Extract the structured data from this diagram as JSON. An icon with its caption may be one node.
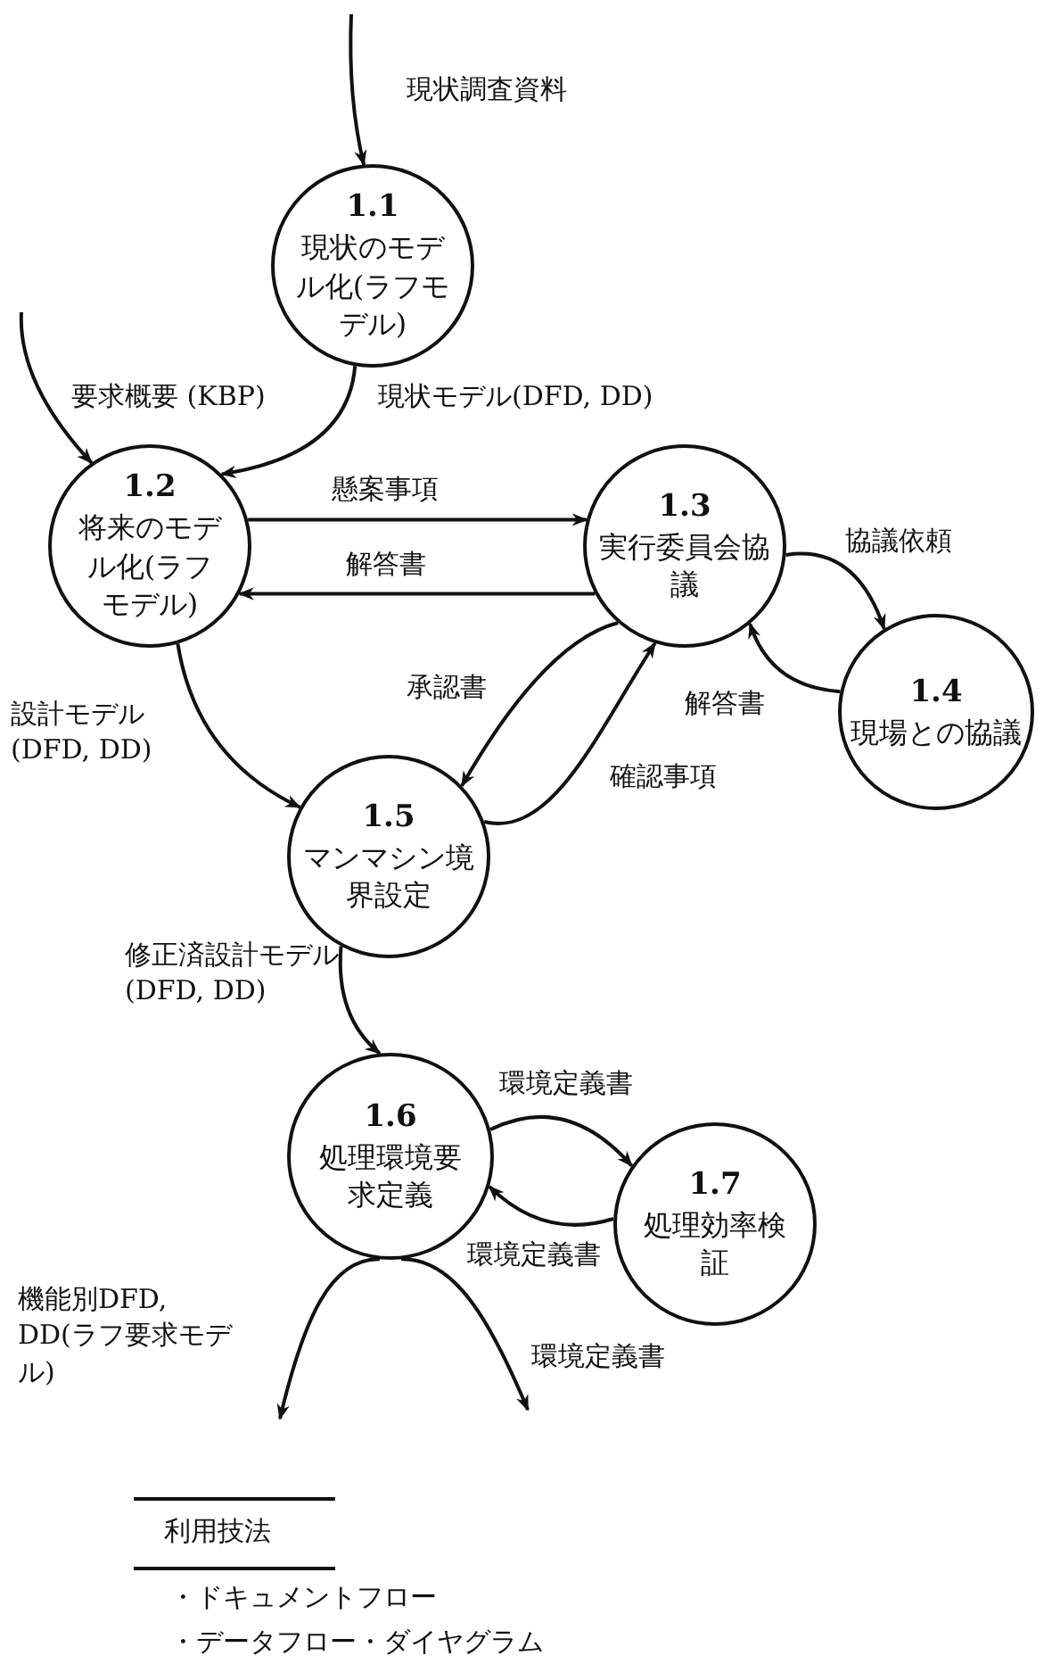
{
  "diagram": {
    "nodes": [
      {
        "text": [
          "1.1",
          "現状のモデル化(ラフモデル)"
        ]
      },
      {
        "text": [
          "1.2",
          "将来のモデル化(ラフモデル)"
        ]
      },
      {
        "text": [
          "1.3",
          "実行委員会協議"
        ]
      },
      {
        "text": [
          "1.4",
          "現場との協議"
        ]
      },
      {
        "text": [
          "1.5",
          "マンマシン境界設定"
        ]
      },
      {
        "text": [
          "1.6",
          "処理環境要求定義"
        ]
      },
      {
        "text": [
          "1.7",
          "処理効率検証"
        ]
      }
    ],
    "edges": [
      {
        "from": null,
        "to": 0,
        "arrow": "to",
        "label": "現状調査資料"
      },
      {
        "from": null,
        "to": 1,
        "arrow": "to",
        "label": "要求概要 (KBP)"
      },
      {
        "from": 0,
        "to": 1,
        "arrow": "to",
        "label": "現状モデル(DFD, DD)"
      },
      {
        "from": 1,
        "to": 2,
        "arrow": "to",
        "label": "懸案事項"
      },
      {
        "from": 2,
        "to": 1,
        "arrow": "to",
        "label": "解答書"
      },
      {
        "from": 2,
        "to": 3,
        "arrow": "to",
        "label": "協議依頼"
      },
      {
        "from": 3,
        "to": 2,
        "arrow": "to",
        "label": "解答書"
      },
      {
        "from": 1,
        "to": 4,
        "arrow": "to",
        "label": "設計モデル(DFD, DD)"
      },
      {
        "from": 2,
        "to": 4,
        "arrow": "to",
        "label": "承認書"
      },
      {
        "from": 4,
        "to": 2,
        "arrow": "to",
        "label": "確認事項"
      },
      {
        "from": 4,
        "to": 5,
        "arrow": "to",
        "label": "修正済設計モデル(DFD, DD)"
      },
      {
        "from": 5,
        "to": 6,
        "arrow": "to",
        "label": "環境定義書"
      },
      {
        "from": 6,
        "to": 5,
        "arrow": "to",
        "label": "環境定義書"
      },
      {
        "from": 5,
        "to": null,
        "arrow": "to",
        "label": "機能別DFD, DD(ラフ要求モデル)"
      },
      {
        "from": 5,
        "to": null,
        "arrow": "to",
        "label": "環境定義書"
      }
    ],
    "labels": [
      "利用技法",
      "・ドキュメントフロー",
      "・データフロー・ダイヤグラム"
    ]
  }
}
